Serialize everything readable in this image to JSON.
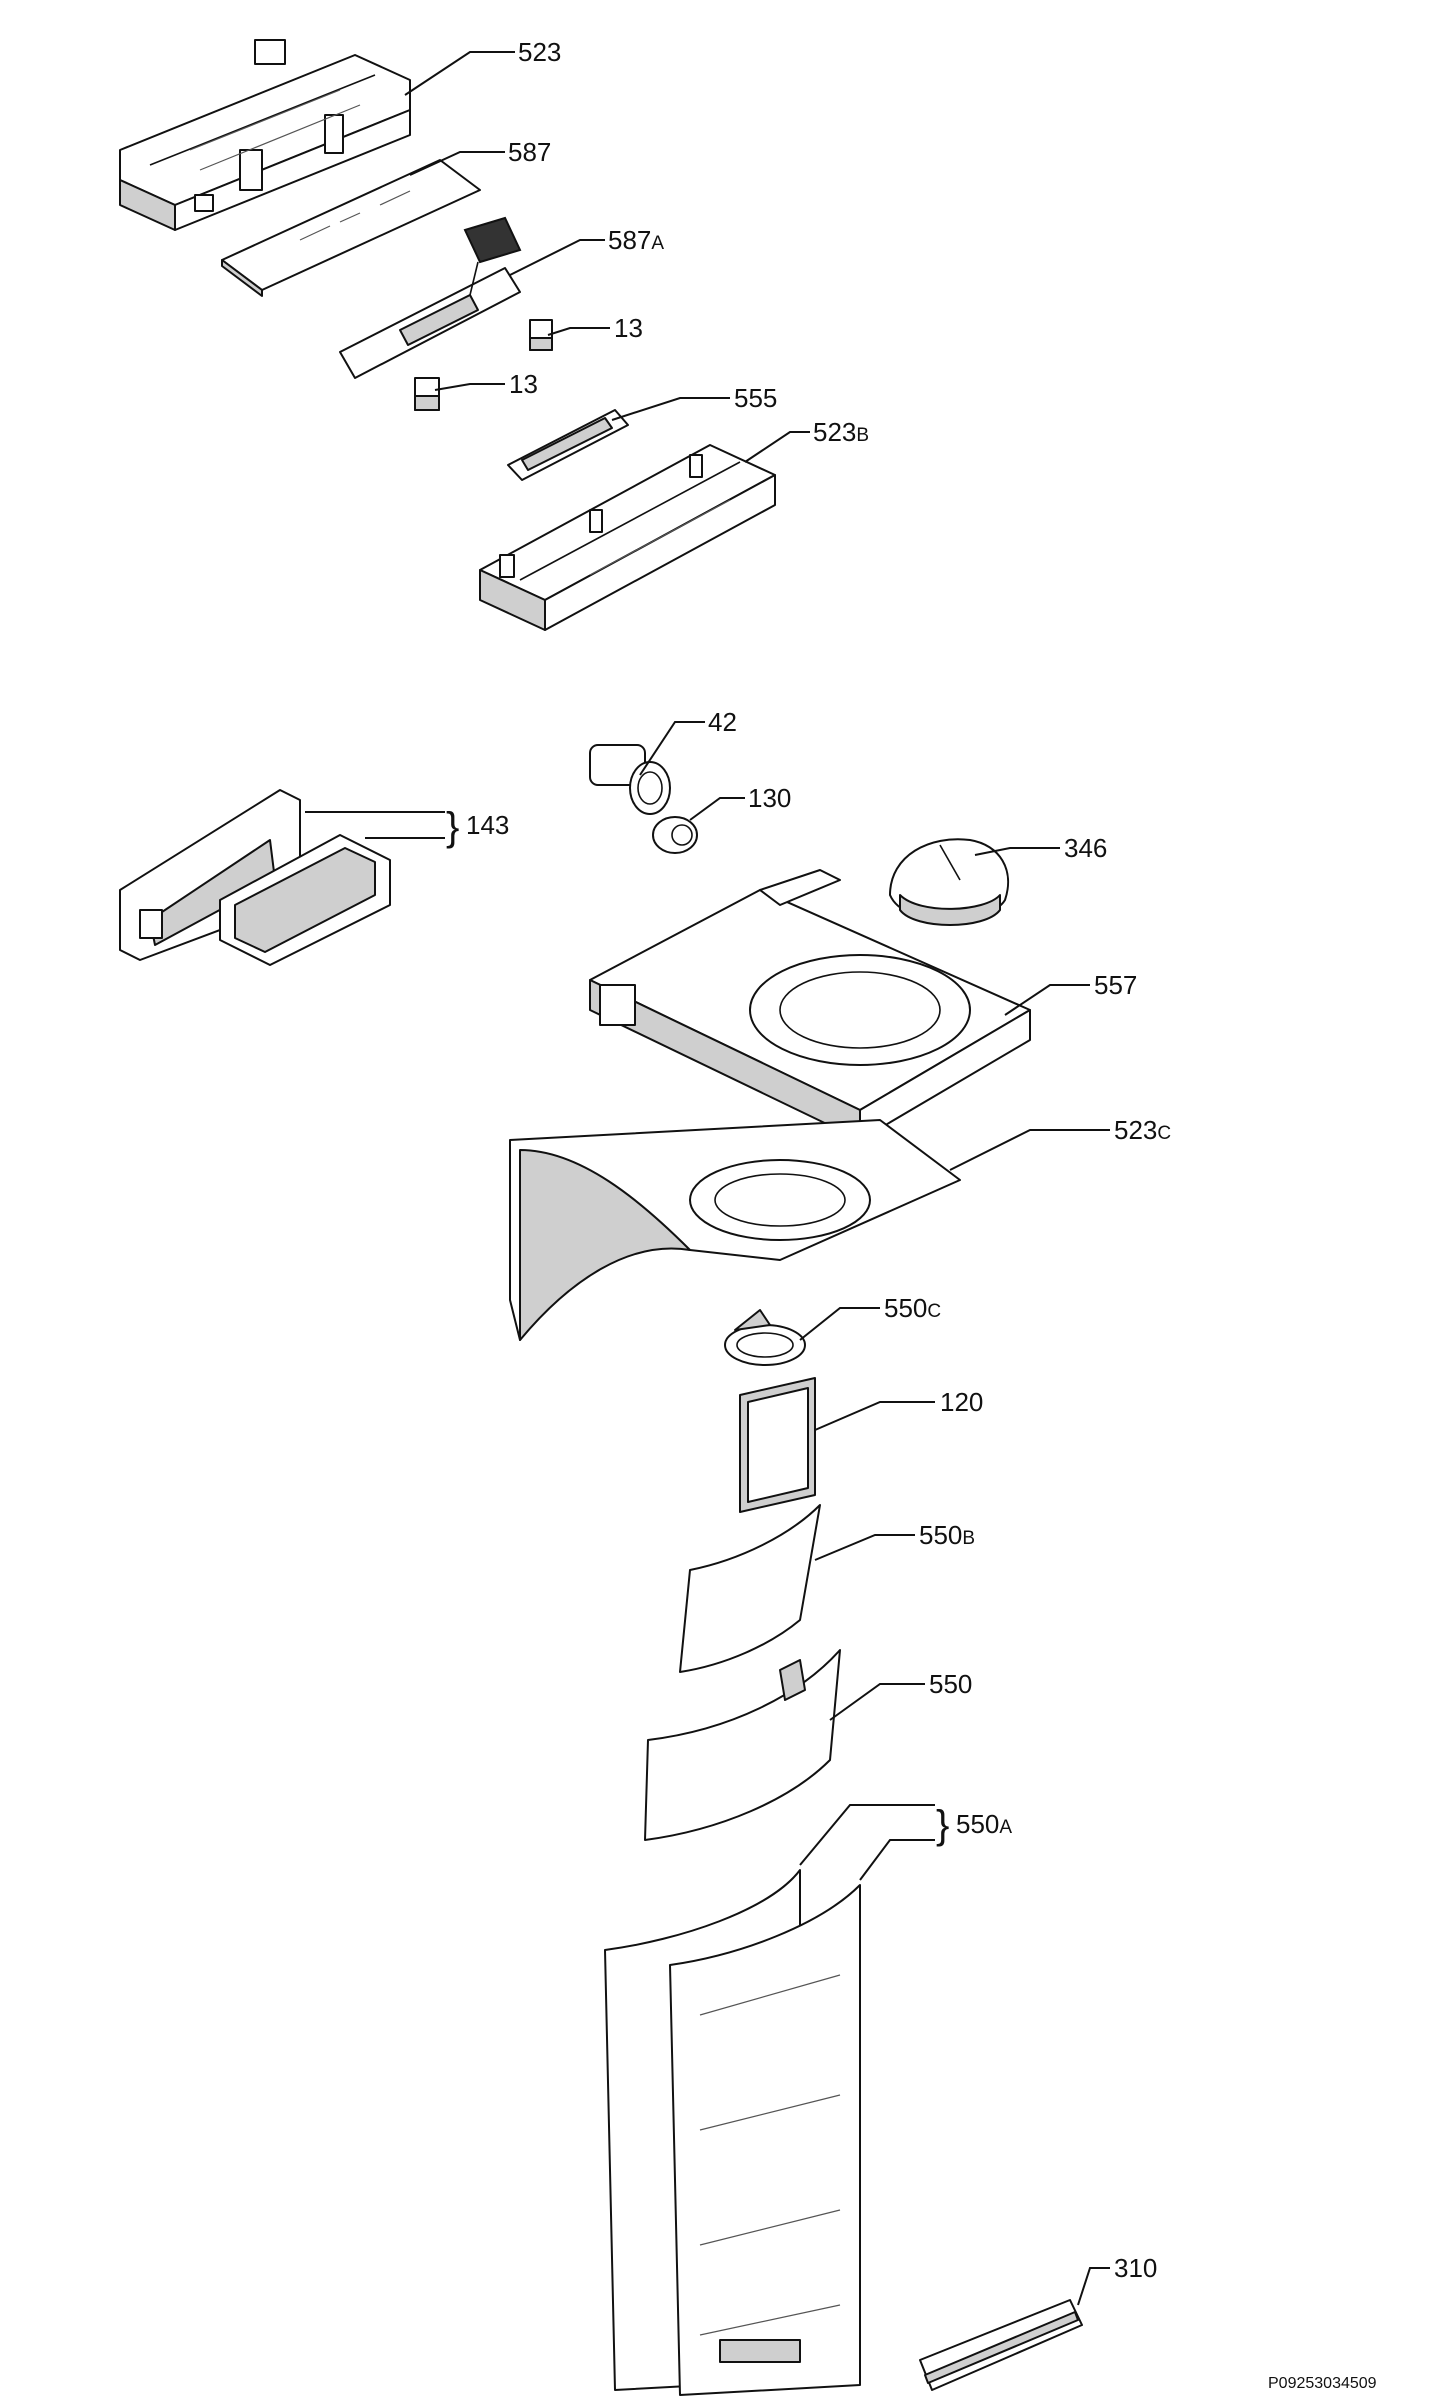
{
  "diagram": {
    "callouts": [
      {
        "id": "c523",
        "num": "523",
        "suffix": ""
      },
      {
        "id": "c587",
        "num": "587",
        "suffix": ""
      },
      {
        "id": "c587a",
        "num": "587",
        "suffix": "A"
      },
      {
        "id": "c13a",
        "num": "13",
        "suffix": ""
      },
      {
        "id": "c13b",
        "num": "13",
        "suffix": ""
      },
      {
        "id": "c555",
        "num": "555",
        "suffix": ""
      },
      {
        "id": "c523b",
        "num": "523",
        "suffix": "B"
      },
      {
        "id": "c42",
        "num": "42",
        "suffix": ""
      },
      {
        "id": "c130",
        "num": "130",
        "suffix": ""
      },
      {
        "id": "c143",
        "num": "143",
        "suffix": ""
      },
      {
        "id": "c346",
        "num": "346",
        "suffix": ""
      },
      {
        "id": "c557",
        "num": "557",
        "suffix": ""
      },
      {
        "id": "c523c",
        "num": "523",
        "suffix": "C"
      },
      {
        "id": "c550c",
        "num": "550",
        "suffix": "C"
      },
      {
        "id": "c120",
        "num": "120",
        "suffix": ""
      },
      {
        "id": "c550b",
        "num": "550",
        "suffix": "B"
      },
      {
        "id": "c550",
        "num": "550",
        "suffix": ""
      },
      {
        "id": "c550a",
        "num": "550",
        "suffix": "A"
      },
      {
        "id": "c310",
        "num": "310",
        "suffix": ""
      }
    ],
    "drawing_code": "P09253034509"
  }
}
